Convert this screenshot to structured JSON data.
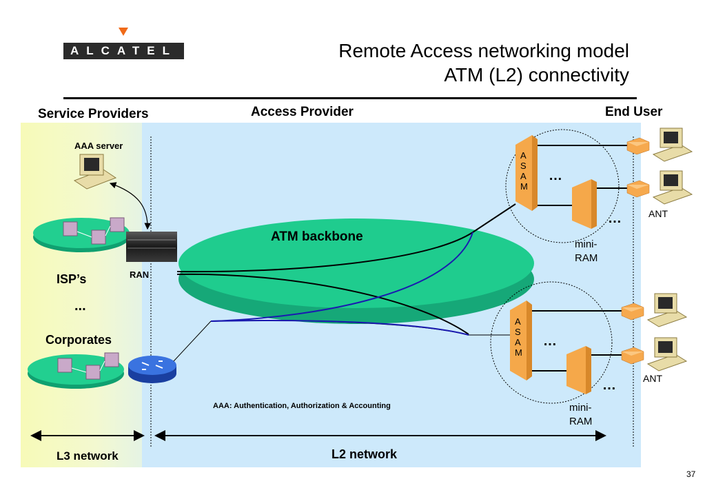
{
  "header": {
    "logo_text": "ALCATEL",
    "title_line1": "Remote Access networking model",
    "title_line2": "ATM (L2) connectivity"
  },
  "columns": {
    "service_providers": "Service Providers",
    "access_provider": "Access Provider",
    "end_user": "End User"
  },
  "left": {
    "aaa_server": "AAA server",
    "isps": "ISP’s",
    "ellipsis": "...",
    "corporates": "Corporates",
    "ran": "RAN"
  },
  "center": {
    "atm_backbone": "ATM backbone",
    "aaa_note": "AAA: Authentication, Authorization & Accounting"
  },
  "right": {
    "asam_letters": [
      "A",
      "S",
      "A",
      "M"
    ],
    "dots": "…",
    "mini_ram_line1": "mini-",
    "mini_ram_line2": "RAM",
    "ant": "ANT"
  },
  "bottom": {
    "l3_network": "L3 network",
    "l2_network": "L2 network"
  },
  "page_number": "37",
  "colors": {
    "service_bg": "#f8fbc0",
    "access_bg": "#cde9fb",
    "backbone": "#1bc88a",
    "asam": "#f5a84a",
    "ant": "#f6a94e",
    "logo_bg": "#2b2b2b",
    "logo_mark": "#f06a18"
  }
}
